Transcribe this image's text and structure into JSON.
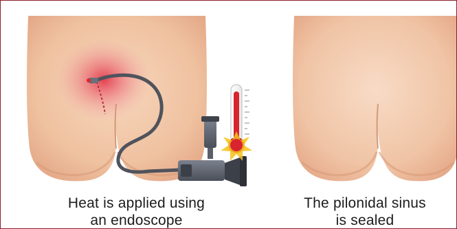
{
  "panels": {
    "left": {
      "caption_line1": "Heat is applied using",
      "caption_line2": "an endoscope"
    },
    "right": {
      "caption_line1": "The pilonidal sinus",
      "caption_line2": "is sealed"
    }
  },
  "colors": {
    "border": "#8a1c2b",
    "skin": "#f1c7a6",
    "heat": "#e23a4a",
    "thermometer": "#d8242f",
    "flash": "#f6c21a",
    "device": "#5f6470"
  },
  "icons": [
    "endoscope-cable-icon",
    "endoscope-camera-icon",
    "thermometer-icon",
    "heat-flash-icon"
  ]
}
